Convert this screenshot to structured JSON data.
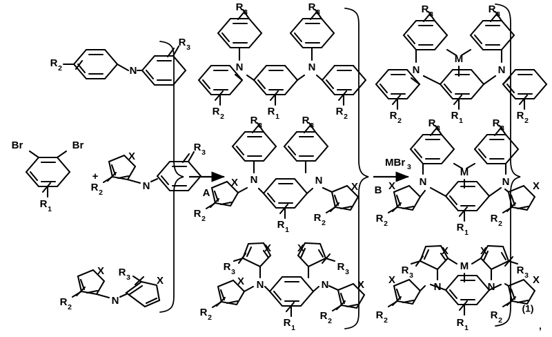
{
  "figure": {
    "type": "chemical-reaction-scheme",
    "equation_number": "(1)",
    "trailing_punctuation": ",",
    "background_color": "#ffffff",
    "line_color": "#000000"
  },
  "labels": {
    "Br": "Br",
    "N": "N",
    "M": "M",
    "X": "X",
    "A": "A",
    "B": "B",
    "MBr3": "MBr",
    "MBr3_sub": "3",
    "plus": "+",
    "R1": "R",
    "R1_sub": "1",
    "R2": "R",
    "R2_sub": "2",
    "R3": "R",
    "R3_sub": "3"
  },
  "reactants": {
    "dibromo_arene": {
      "name": "1,3-dibromobenzene with R1 substituent",
      "atoms": [
        "Br",
        "Br"
      ],
      "substituents": [
        "R1"
      ]
    },
    "amine_variants": [
      {
        "id": "diarylamine",
        "name": "diphenylamine with R2 and R3 substituents",
        "atoms": [
          "N"
        ],
        "substituents": [
          "R2",
          "R3"
        ],
        "rings": [
          "benzene",
          "benzene"
        ]
      },
      {
        "id": "heteroaryl-aryl-amine",
        "name": "N-(heteroaryl)-aniline with X heteroatom",
        "atoms": [
          "X",
          "N"
        ],
        "substituents": [
          "R2",
          "R3"
        ],
        "rings": [
          "5-membered-heteroring",
          "benzene"
        ]
      },
      {
        "id": "diheteroarylamine",
        "name": "bis(heteroaryl)amine with two X heteroatoms",
        "atoms": [
          "X",
          "X",
          "N"
        ],
        "substituents": [
          "R2",
          "R3"
        ],
        "rings": [
          "5-membered-heteroring",
          "5-membered-heteroring"
        ]
      }
    ]
  },
  "steps": [
    {
      "id": "step-A",
      "reagent_above": "",
      "reagent_below": "A"
    },
    {
      "id": "step-B",
      "reagent_above": "MBr3",
      "reagent_below": "B"
    }
  ],
  "intermediates": [
    {
      "id": "intermediate-top",
      "name": "N,N,N',N'-tetraaryl-benzene-1,3-diamine",
      "atoms": [
        "N",
        "N"
      ],
      "substituents": [
        "R3",
        "R3",
        "R2",
        "R1",
        "R2"
      ]
    },
    {
      "id": "intermediate-middle",
      "name": "mixed aryl/heteroaryl benzene-1,3-diamine",
      "atoms": [
        "N",
        "N",
        "X",
        "X"
      ],
      "substituents": [
        "R3",
        "R3",
        "R2",
        "R1",
        "R2"
      ]
    },
    {
      "id": "intermediate-bottom",
      "name": "tetrakis(heteroaryl) benzene-1,3-diamine",
      "atoms": [
        "N",
        "N",
        "X",
        "X",
        "X",
        "X"
      ],
      "substituents": [
        "R3",
        "R3",
        "R2",
        "R1",
        "R2"
      ]
    }
  ],
  "products": [
    {
      "id": "product-top",
      "name": "metal complex with all-aryl ligand",
      "atoms": [
        "M",
        "N",
        "N"
      ],
      "substituents": [
        "R3",
        "R3",
        "R2",
        "R1",
        "R2"
      ]
    },
    {
      "id": "product-middle",
      "name": "metal complex with mixed aryl/heteroaryl ligand",
      "atoms": [
        "M",
        "N",
        "N",
        "X",
        "X"
      ],
      "substituents": [
        "R3",
        "R3",
        "R2",
        "R1",
        "R2"
      ]
    },
    {
      "id": "product-bottom",
      "name": "metal complex with all-heteroaryl ligand",
      "atoms": [
        "M",
        "N",
        "N",
        "X",
        "X",
        "X",
        "X"
      ],
      "substituents": [
        "R3",
        "R3",
        "R2",
        "R1",
        "R2"
      ]
    }
  ],
  "braces": [
    {
      "id": "brace-reactants",
      "orientation": "right-pointing"
    },
    {
      "id": "brace-intermediates",
      "orientation": "right-pointing"
    },
    {
      "id": "brace-products",
      "orientation": "right-pointing"
    }
  ]
}
